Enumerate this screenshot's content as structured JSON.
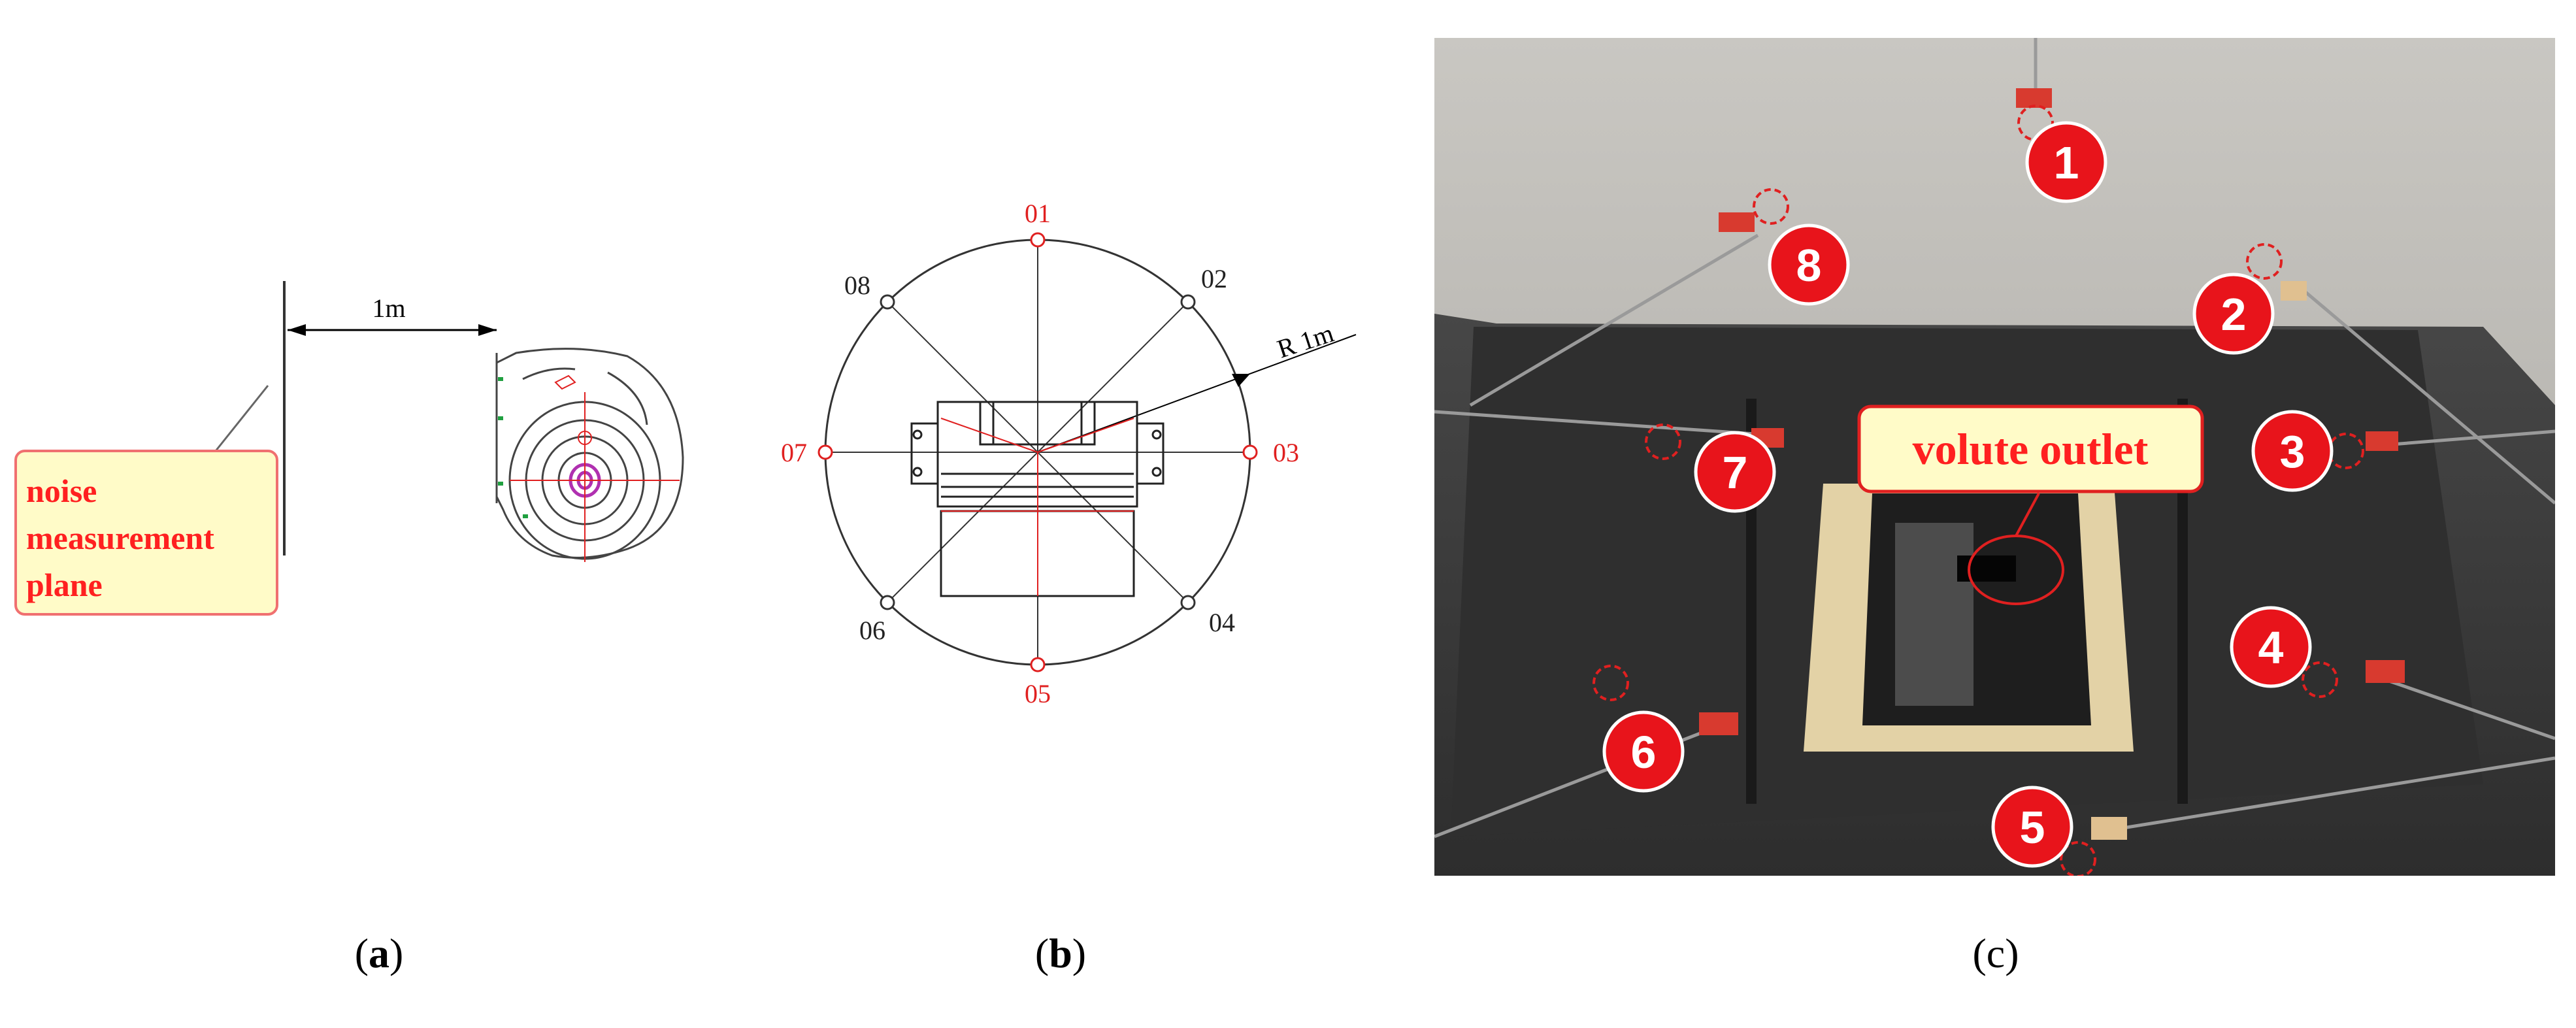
{
  "panel_a": {
    "distance_label": "1m",
    "callout_lines": [
      "noise",
      "measurement",
      "plane"
    ]
  },
  "panel_b": {
    "radius_label": "R 1m",
    "points": [
      "01",
      "02",
      "03",
      "04",
      "05",
      "06",
      "07",
      "08"
    ]
  },
  "panel_c": {
    "callout": "volute outlet",
    "mic_numbers": [
      "1",
      "2",
      "3",
      "4",
      "5",
      "6",
      "7",
      "8"
    ]
  },
  "captions": {
    "a_open": "(",
    "a_letter": "a",
    "a_close": ")",
    "b_open": "(",
    "b_letter": "b",
    "b_close": ")",
    "c_open": "(",
    "c_letter": "c",
    "c_close": ")"
  },
  "colors": {
    "label_red": "#ff2020",
    "callout_fill": "#fffbc8",
    "badge_red": "#e8141b",
    "photo_floor": "#3a3a3a"
  }
}
